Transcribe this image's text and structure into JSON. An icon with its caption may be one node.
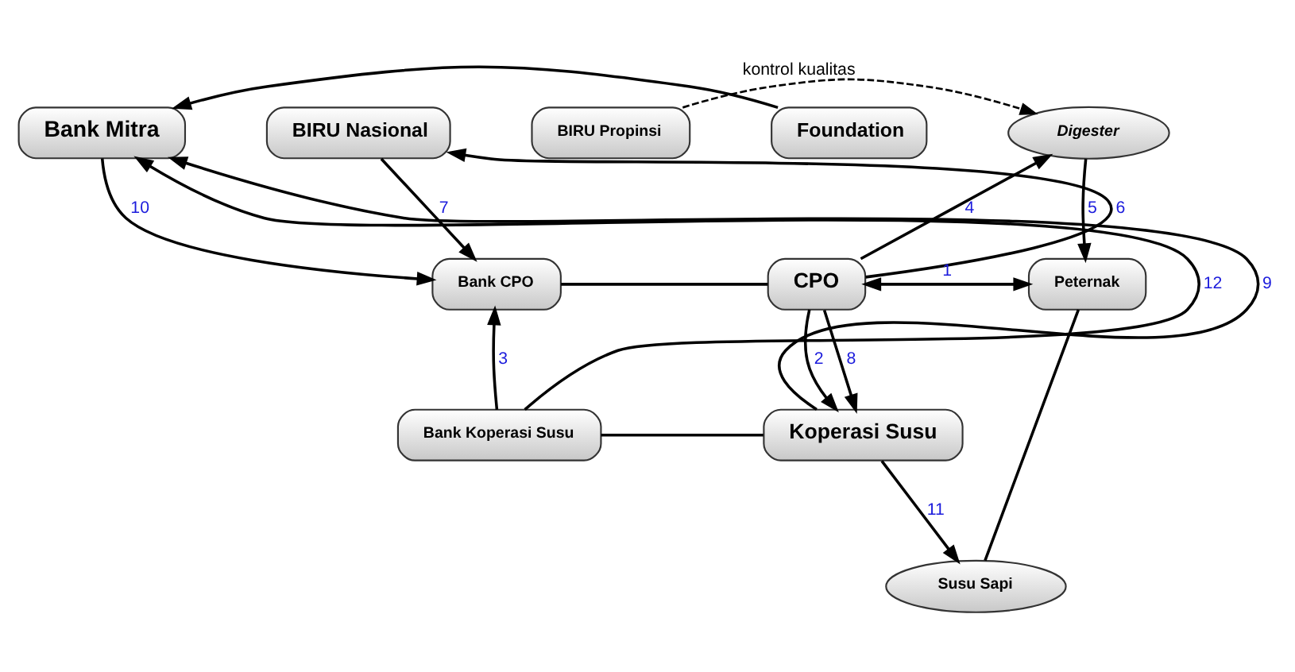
{
  "diagram": {
    "nodes": [
      {
        "text": [
          "Bank Mitra"
        ]
      },
      {
        "text": [
          "Foundation"
        ]
      },
      {
        "text": [
          "BIRU Nasional"
        ]
      },
      {
        "text": [
          "BIRU Propinsi"
        ]
      },
      {
        "text": [
          "Digester"
        ]
      },
      {
        "text": [
          "Bank CPO"
        ]
      },
      {
        "text": [
          "CPO"
        ]
      },
      {
        "text": [
          "Peternak"
        ]
      },
      {
        "text": [
          "Bank Koperasi Susu"
        ]
      },
      {
        "text": [
          "Koperasi Susu"
        ]
      },
      {
        "text": [
          "Susu Sapi"
        ]
      }
    ],
    "edges": [
      {
        "from": 1,
        "to": 0,
        "arrow": "to"
      },
      {
        "from": 0,
        "to": 5,
        "arrow": "to",
        "label": "10"
      },
      {
        "from": 2,
        "to": 5,
        "arrow": "to",
        "label": "7"
      },
      {
        "from": 6,
        "to": 2,
        "arrow": "to",
        "label": "6"
      },
      {
        "from": 5,
        "to": 6,
        "arrow": "none"
      },
      {
        "from": 3,
        "to": 4,
        "arrow": "to",
        "label": "kontrol kualitas",
        "style": "dashed"
      },
      {
        "from": 6,
        "to": 4,
        "arrow": "to",
        "label": "4"
      },
      {
        "from": 4,
        "to": 7,
        "arrow": "to",
        "label": "5"
      },
      {
        "from": 6,
        "to": 7,
        "arrow": "both",
        "label": "1"
      },
      {
        "from": 6,
        "to": 9,
        "arrow": "to",
        "label": "8"
      },
      {
        "from": 6,
        "to": 9,
        "arrow": "to",
        "label": "2"
      },
      {
        "from": 8,
        "to": 5,
        "arrow": "to",
        "label": "3"
      },
      {
        "from": 8,
        "to": 0,
        "arrow": "to",
        "label": "12"
      },
      {
        "from": 8,
        "to": 9,
        "arrow": "none"
      },
      {
        "from": 9,
        "to": 0,
        "arrow": "to",
        "label": "9"
      },
      {
        "from": 9,
        "to": 10,
        "arrow": "to",
        "label": "11"
      },
      {
        "from": 7,
        "to": 10,
        "arrow": "none"
      }
    ]
  }
}
